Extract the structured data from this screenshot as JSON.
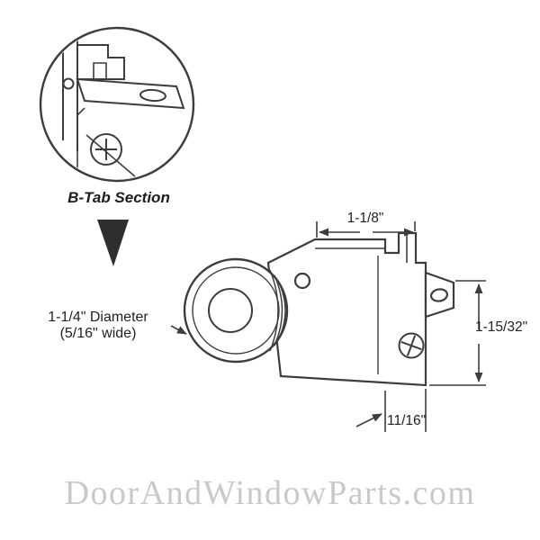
{
  "labels": {
    "inset_caption": "B-Tab Section",
    "wheel_dim_line1": "1-1/4\" Diameter",
    "wheel_dim_line2": "(5/16\" wide)",
    "dim_top": "1-1/8\"",
    "dim_right": "1-15/32\"",
    "dim_bottom": "11/16\""
  },
  "watermark": "DoorAndWindowParts.com",
  "colors": {
    "line": "#3d3d3d",
    "arrow_fill": "#2e2e2e",
    "watermark": "#c9c9c9",
    "background": "#ffffff"
  }
}
